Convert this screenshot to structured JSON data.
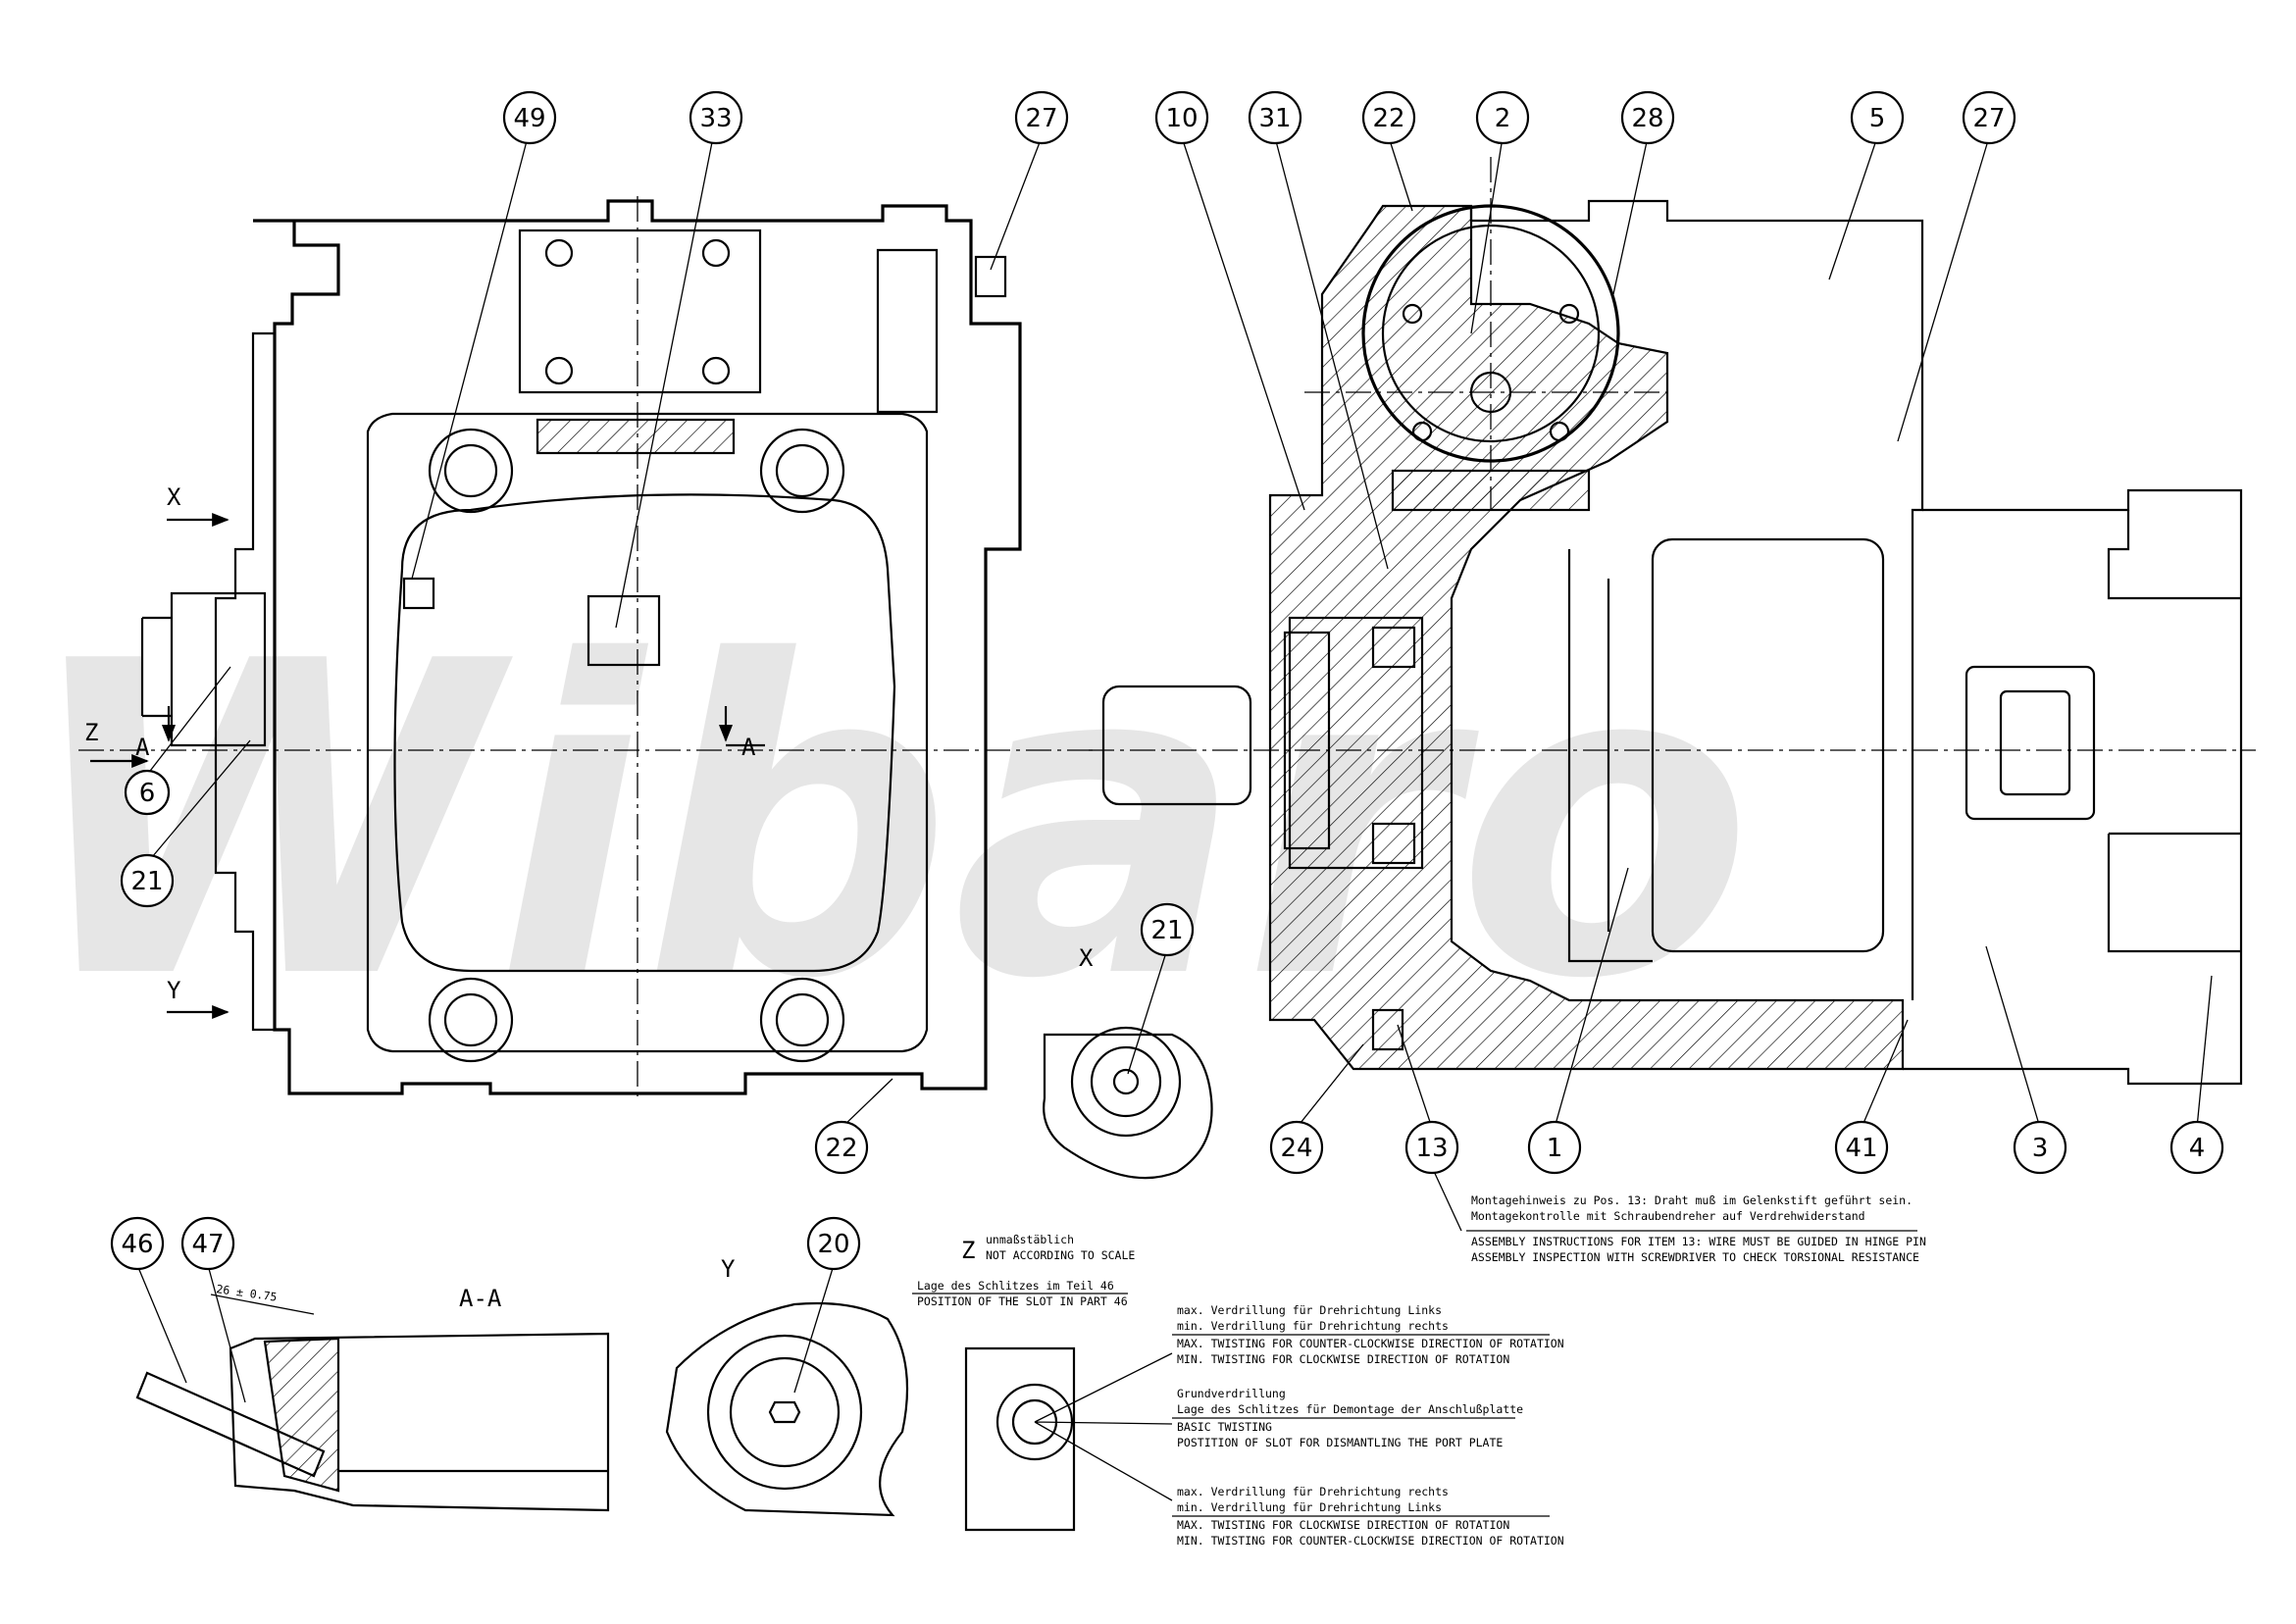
{
  "watermark": "Wibaro",
  "view_letters": {
    "x_upper": "X",
    "y_upper": "Y",
    "z_upper": "Z",
    "a_left": "A",
    "a_mid": "A",
    "x_detail": "X",
    "y_detail": "Y",
    "section": "A-A",
    "z_detail": "Z"
  },
  "balloons": [
    {
      "id": "49"
    },
    {
      "id": "33"
    },
    {
      "id": "27"
    },
    {
      "id": "10"
    },
    {
      "id": "31"
    },
    {
      "id": "22"
    },
    {
      "id": "2"
    },
    {
      "id": "28"
    },
    {
      "id": "5"
    },
    {
      "id": "27"
    },
    {
      "id": "6"
    },
    {
      "id": "21"
    },
    {
      "id": "21"
    },
    {
      "id": "22"
    },
    {
      "id": "24"
    },
    {
      "id": "13"
    },
    {
      "id": "1"
    },
    {
      "id": "41"
    },
    {
      "id": "3"
    },
    {
      "id": "4"
    },
    {
      "id": "46"
    },
    {
      "id": "47"
    },
    {
      "id": "20"
    }
  ],
  "dimension": "26 ± 0.75",
  "z_notes": {
    "de": "unmaßstäblich",
    "en": "NOT ACCORDING TO SCALE",
    "slot_de": "Lage des Schlitzes im Teil 46",
    "slot_en": "POSITION OF THE SLOT IN PART 46"
  },
  "twist_notes": {
    "a1": "max. Verdrillung für Drehrichtung Links",
    "a2": "min. Verdrillung für Drehrichtung rechts",
    "a3": "MAX. TWISTING FOR COUNTER-CLOCKWISE DIRECTION OF ROTATION",
    "a4": "MIN. TWISTING FOR CLOCKWISE DIRECTION OF ROTATION",
    "b1": "Grundverdrillung",
    "b2": "Lage des Schlitzes für Demontage der Anschlußplatte",
    "b3": "BASIC TWISTING",
    "b4": "POSTITION OF SLOT FOR DISMANTLING THE PORT PLATE",
    "c1": "max. Verdrillung für Drehrichtung rechts",
    "c2": "min. Verdrillung für Drehrichtung Links",
    "c3": "MAX. TWISTING FOR CLOCKWISE DIRECTION OF ROTATION",
    "c4": "MIN. TWISTING FOR COUNTER-CLOCKWISE DIRECTION OF ROTATION"
  },
  "assembly_notes": {
    "de1": "Montagehinweis zu Pos. 13: Draht muß im Gelenkstift geführt sein.",
    "de2": "Montagekontrolle mit Schraubendreher auf Verdrehwiderstand",
    "en1": "ASSEMBLY INSTRUCTIONS FOR ITEM 13: WIRE MUST BE GUIDED IN HINGE PIN",
    "en2": "ASSEMBLY INSPECTION WITH SCREWDRIVER TO CHECK TORSIONAL RESISTANCE"
  }
}
